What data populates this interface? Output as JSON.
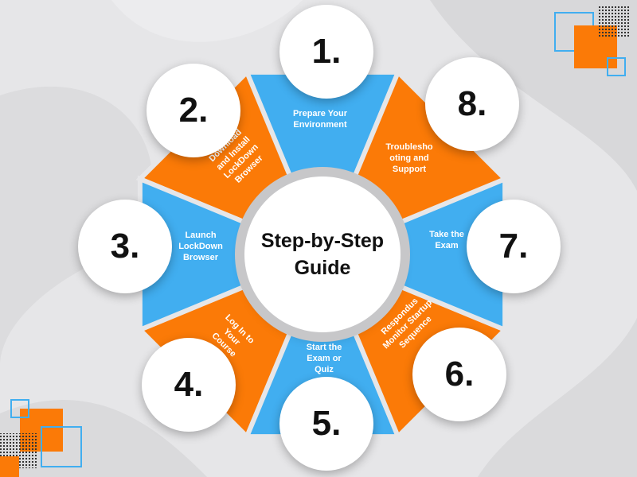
{
  "title_line1": "Step-by-Step",
  "title_line2": "Guide",
  "colors": {
    "orange": "#fb7a07",
    "blue": "#41aef0",
    "background": "#e6e6e8"
  },
  "steps": [
    {
      "number": "1.",
      "label": [
        "Prepare Your",
        "Environment"
      ],
      "color": "blue"
    },
    {
      "number": "2.",
      "label": [
        "Download",
        "and Install",
        "LockDown",
        "Browser"
      ],
      "color": "orange"
    },
    {
      "number": "3.",
      "label": [
        "Launch",
        "LockDown",
        "Browser"
      ],
      "color": "blue"
    },
    {
      "number": "4.",
      "label": [
        "Log In to",
        "Your",
        "Course"
      ],
      "color": "orange"
    },
    {
      "number": "5.",
      "label": [
        "Start the",
        "Exam or",
        "Quiz"
      ],
      "color": "blue"
    },
    {
      "number": "6.",
      "label": [
        "Respondus",
        "Monitor Startup",
        "Sequence"
      ],
      "color": "orange"
    },
    {
      "number": "7.",
      "label": [
        "Take the",
        "Exam"
      ],
      "color": "blue"
    },
    {
      "number": "8.",
      "label": [
        "Troublesho",
        "oting and",
        "Support"
      ],
      "color": "orange"
    }
  ]
}
